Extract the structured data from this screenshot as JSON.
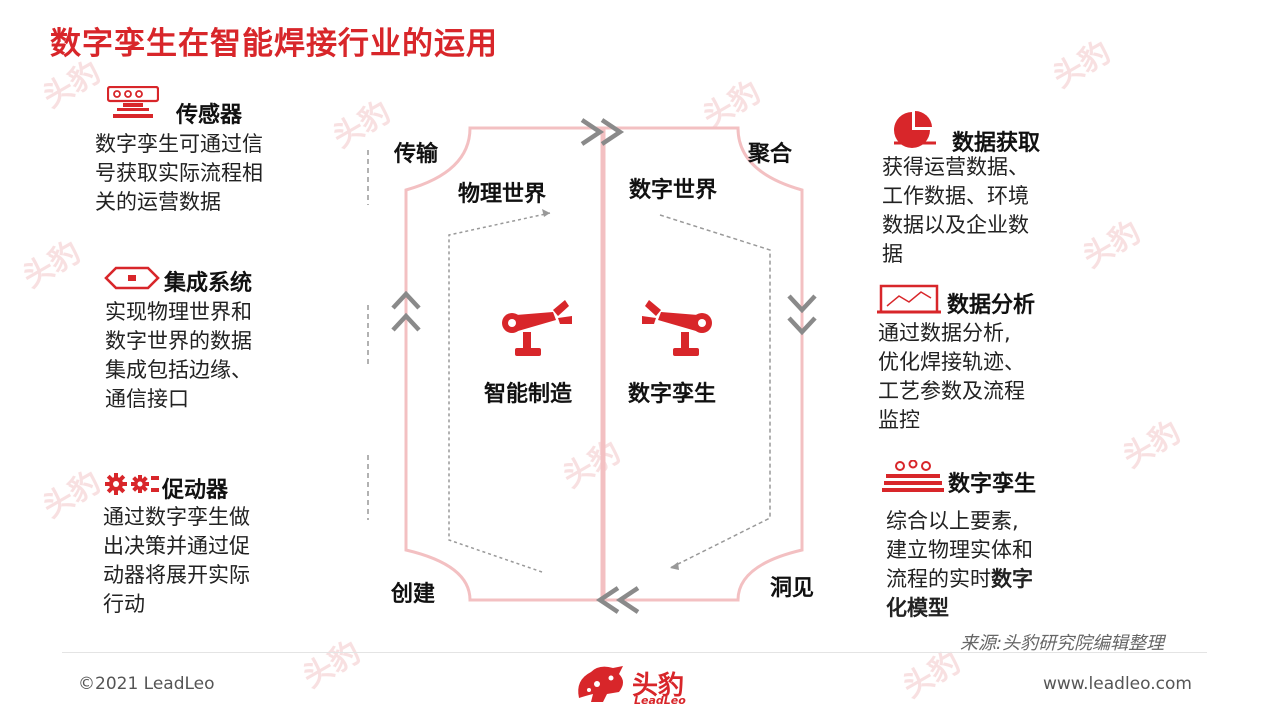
{
  "page": {
    "title": "数字孪生在智能焊接行业的运用"
  },
  "left": [
    {
      "title": "传感器",
      "icon": "sensor-icon",
      "body": [
        "数字孪生可通过信",
        "号获取实际流程相",
        "关的运营数据"
      ]
    },
    {
      "title": "集成系统",
      "icon": "integration-icon",
      "body": [
        "实现物理世界和",
        "数字世界的数据",
        "集成包括边缘、",
        "通信接口"
      ]
    },
    {
      "title": "促动器",
      "icon": "actuator-gears-icon",
      "body": [
        "通过数字孪生做",
        "出决策并通过促",
        "动器将展开实际",
        "行动"
      ]
    }
  ],
  "right": [
    {
      "title": "数据获取",
      "icon": "pie-chart-icon",
      "body": [
        "获得运营数据、",
        "工作数据、环境",
        "数据以及企业数",
        "据"
      ]
    },
    {
      "title": "数据分析",
      "icon": "line-chart-icon",
      "body": [
        "通过数据分析,",
        "优化焊接轨迹、",
        "工艺参数及流程",
        "监控"
      ]
    },
    {
      "title": "数字孪生",
      "icon": "digital-twin-icon",
      "body": [
        "综合以上要素,",
        "建立物理实体和"
      ],
      "body_tail": {
        "normal": "流程的实时",
        "bold": "数字",
        "bold_line": "化模型"
      }
    }
  ],
  "diagram": {
    "left_world": "物理世界",
    "right_world": "数字世界",
    "left_center": "智能制造",
    "right_center": "数字孪生",
    "corner_top_left": "传输",
    "corner_top_right": "聚合",
    "corner_bottom_left": "创建",
    "corner_bottom_right": "洞见"
  },
  "footer": {
    "copyright": "©2021 LeadLeo",
    "logo_text": "头豹",
    "logo_sub": "LeadLeo",
    "url": "www.leadleo.com",
    "source": "来源:头豹研究院编辑整理"
  },
  "colors": {
    "accent": "#d8262a",
    "frame": "#f3c0c2",
    "chevron": "#8a8a8a"
  }
}
